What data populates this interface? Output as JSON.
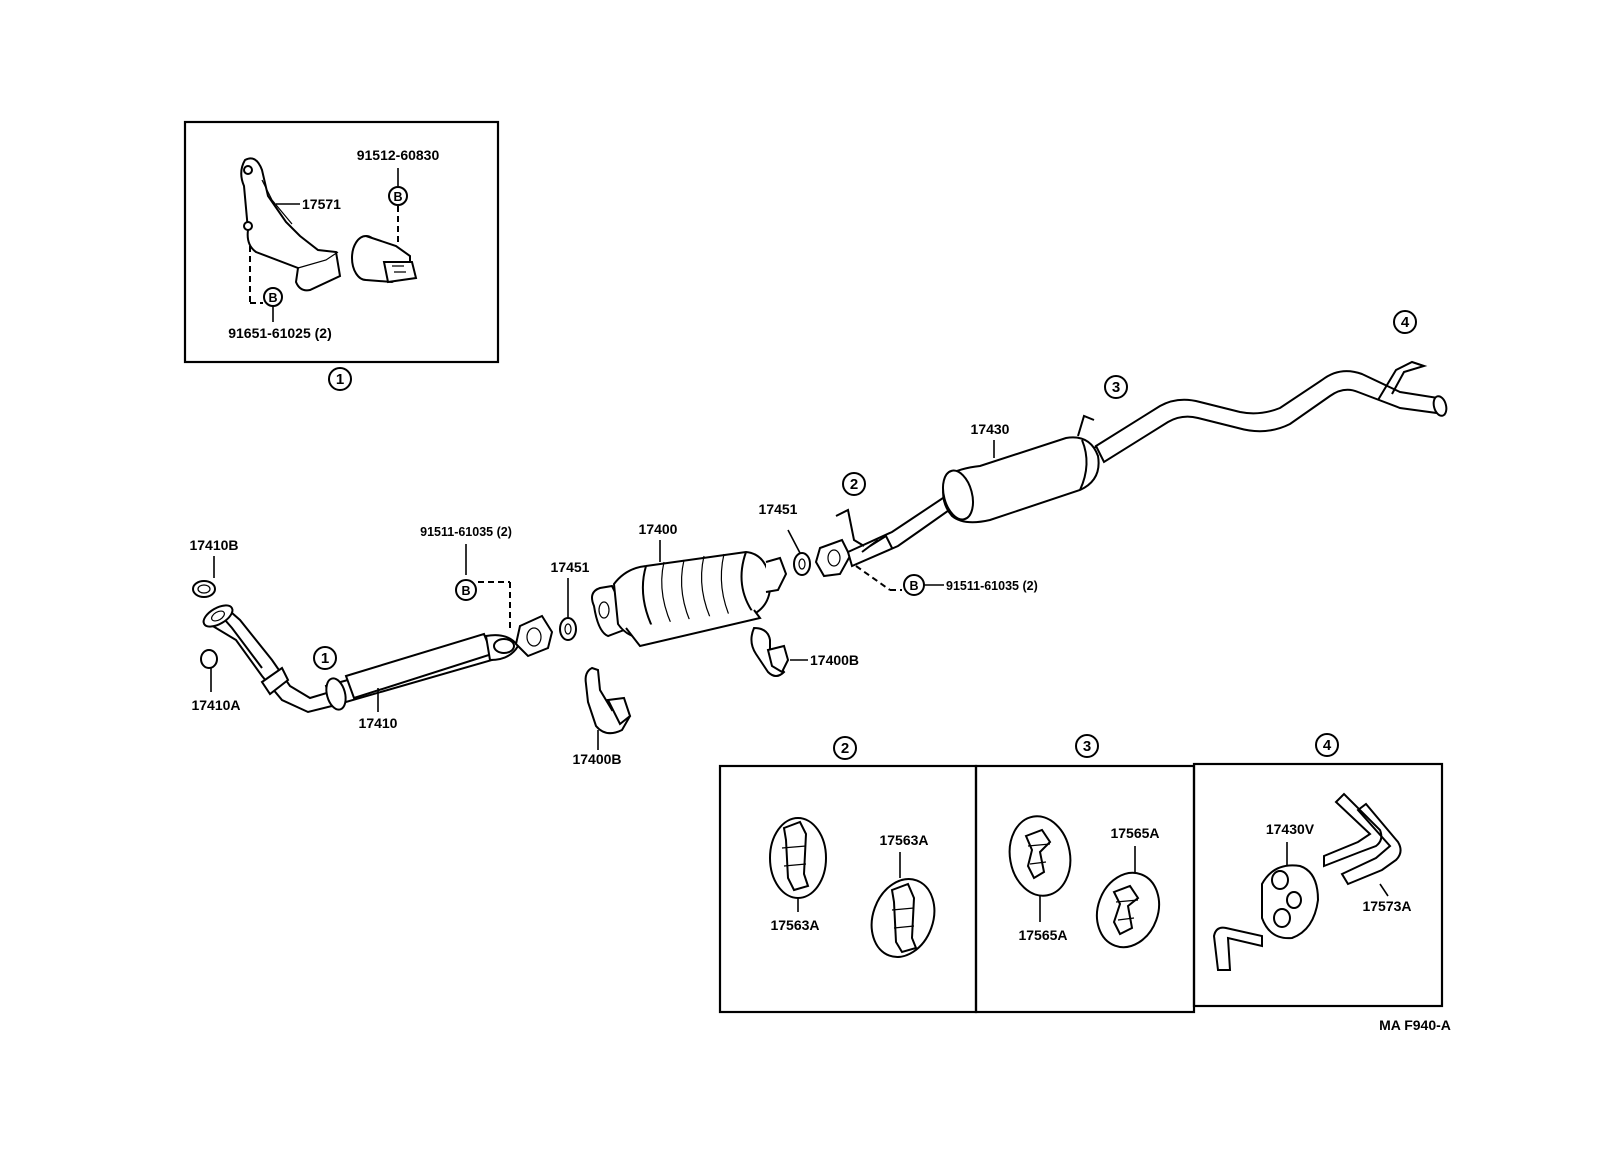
{
  "figure_code": "MA F940-A",
  "callouts": {
    "c1": "1",
    "c2": "2",
    "c3": "3",
    "c4": "4"
  },
  "bolt_marker": "B",
  "inset_1": {
    "bracket": "17571",
    "bolt_top": "91512-60830",
    "bolt_bottom": "91651-61025 (2)"
  },
  "main": {
    "gasket_top": "17410B",
    "gasket_bottom": "17410A",
    "front_pipe": "17410",
    "bolt_front": "91511-61035 (2)",
    "gasket_mid": "17451",
    "converter": "17400",
    "gasket_rear": "17451",
    "heat_insulator_right": "17400B",
    "heat_insulator_lower": "17400B",
    "bolt_rear": "91511-61035 (2)",
    "tail_pipe": "17430"
  },
  "inset_2": {
    "mount_left": "17563A",
    "mount_right": "17563A"
  },
  "inset_3": {
    "mount_left": "17565A",
    "mount_right": "17565A"
  },
  "inset_4": {
    "mount": "17430V",
    "hanger": "17573A"
  }
}
